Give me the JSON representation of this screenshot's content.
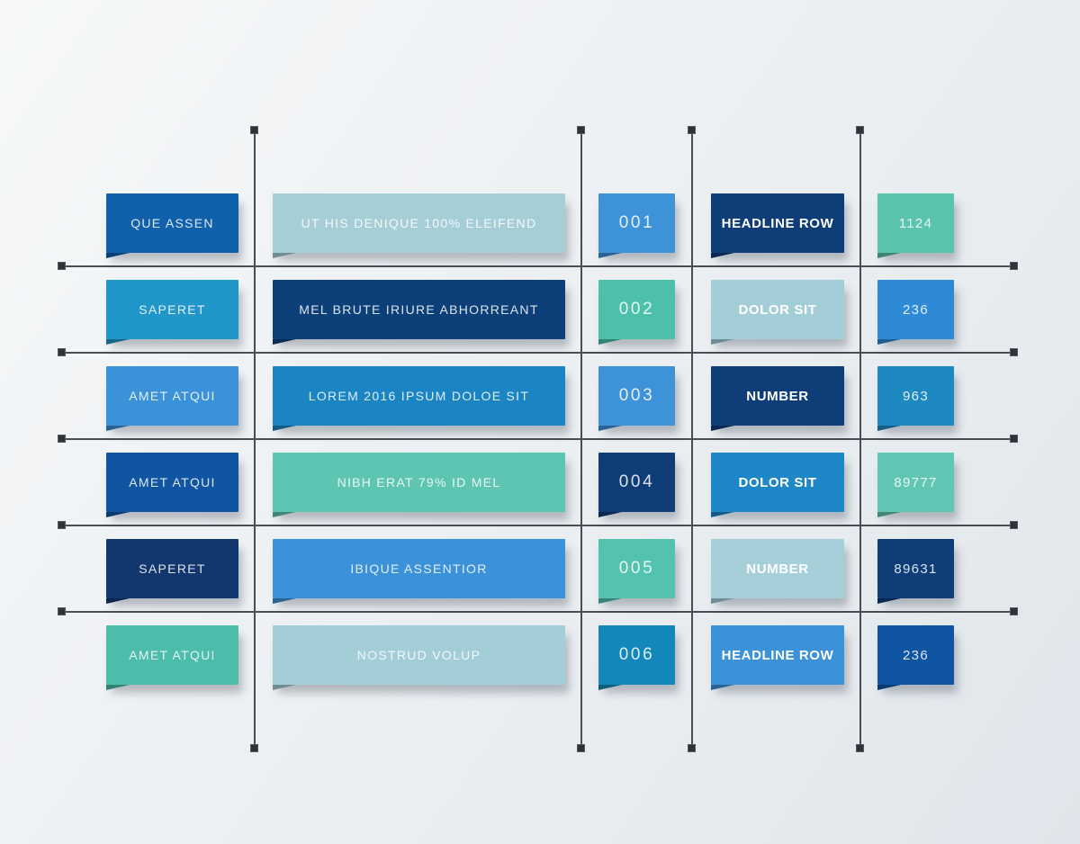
{
  "chart_data": {
    "type": "table",
    "columns": [
      "row-label",
      "description",
      "index-number",
      "category",
      "value"
    ],
    "rows": [
      {
        "cells": [
          {
            "text": "QUE ASSEN",
            "bg": "#1160ac",
            "bold": false
          },
          {
            "text": "UT HIS DENIQUE 100% ELEIFEND",
            "bg": "#a5ced7",
            "bold": false
          },
          {
            "text": "001",
            "bg": "#3e92d8",
            "bold": false
          },
          {
            "text": "HEADLINE ROW",
            "bg": "#0e3d78",
            "bold": true
          },
          {
            "text": "1124",
            "bg": "#5bc4ae",
            "bold": false
          }
        ]
      },
      {
        "cells": [
          {
            "text": "SAPERET",
            "bg": "#2196c8",
            "bold": false
          },
          {
            "text": "MEL BRUTE IRIURE ABHORREANT",
            "bg": "#0d4078",
            "bold": false
          },
          {
            "text": "002",
            "bg": "#4dc0ab",
            "bold": false
          },
          {
            "text": "DOLOR SIT",
            "bg": "#a3ced8",
            "bold": true
          },
          {
            "text": "236",
            "bg": "#2e8ad4",
            "bold": false
          }
        ]
      },
      {
        "cells": [
          {
            "text": "AMET ATQUI",
            "bg": "#3b92d8",
            "bold": false
          },
          {
            "text": "LOREM 2016 IPSUM DOLOE SIT",
            "bg": "#1a85c2",
            "bold": false
          },
          {
            "text": "003",
            "bg": "#3e92d8",
            "bold": false
          },
          {
            "text": "NUMBER",
            "bg": "#0e3d78",
            "bold": true
          },
          {
            "text": "963",
            "bg": "#1e89c0",
            "bold": false
          }
        ]
      },
      {
        "cells": [
          {
            "text": "AMET ATQUI",
            "bg": "#0f55a2",
            "bold": false
          },
          {
            "text": "NIBH ERAT 79% ID MEL",
            "bg": "#5ec5b2",
            "bold": false
          },
          {
            "text": "004",
            "bg": "#103d78",
            "bold": false
          },
          {
            "text": "DOLOR SIT",
            "bg": "#1e87c8",
            "bold": true
          },
          {
            "text": "89777",
            "bg": "#62c6b4",
            "bold": false
          }
        ]
      },
      {
        "cells": [
          {
            "text": "SAPERET",
            "bg": "#12376e",
            "bold": false
          },
          {
            "text": "IBIQUE ASSENTIOR",
            "bg": "#3b92d8",
            "bold": false
          },
          {
            "text": "005",
            "bg": "#53c2ae",
            "bold": false
          },
          {
            "text": "NUMBER",
            "bg": "#a6cfd9",
            "bold": true
          },
          {
            "text": "89631",
            "bg": "#0e3d78",
            "bold": false
          }
        ]
      },
      {
        "cells": [
          {
            "text": "AMET ATQUI",
            "bg": "#4cbcab",
            "bold": false
          },
          {
            "text": "NOSTRUD VOLUP",
            "bg": "#a3ced8",
            "bold": false
          },
          {
            "text": "006",
            "bg": "#1387ba",
            "bold": false
          },
          {
            "text": "HEADLINE ROW",
            "bg": "#3b92d8",
            "bold": true
          },
          {
            "text": "236",
            "bg": "#0f55a2",
            "bold": false
          }
        ]
      }
    ],
    "layout_hints": {
      "grid": "4 vertical and 5 horizontal hairline connectors with square end markers",
      "line_color": "#4a4e54",
      "marker_color": "#2f3338",
      "background": "light blue-grey gradient"
    }
  }
}
